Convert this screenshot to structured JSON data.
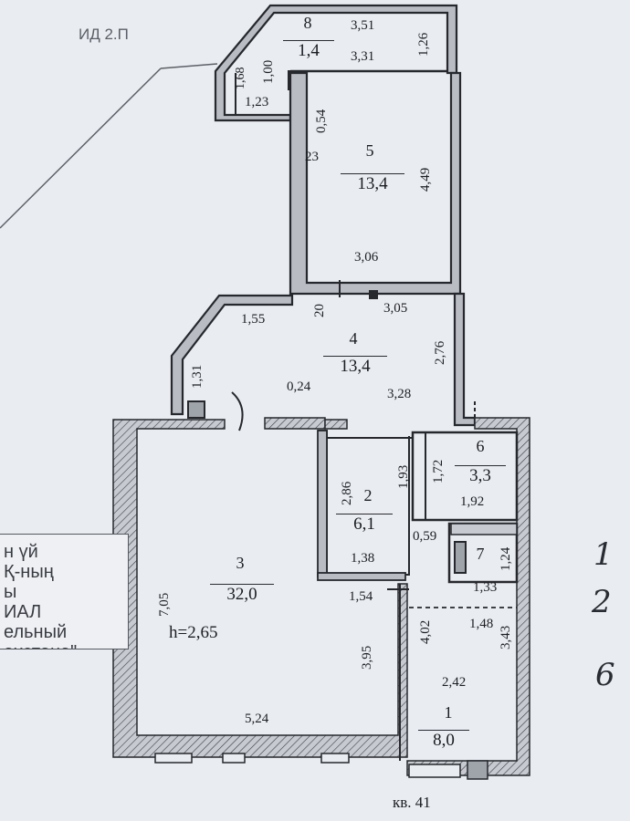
{
  "corner_mark": "ИД 2.П",
  "height_note": "h=2,65",
  "apartment_label": "кв. 41",
  "rooms": [
    {
      "id": "room-8",
      "number": "8",
      "area": "1,4"
    },
    {
      "id": "room-5",
      "number": "5",
      "area": "13,4"
    },
    {
      "id": "room-4",
      "number": "4",
      "area": "13,4"
    },
    {
      "id": "room-3",
      "number": "3",
      "area": "32,0"
    },
    {
      "id": "room-2",
      "number": "2",
      "area": "6,1"
    },
    {
      "id": "room-6",
      "number": "6",
      "area": "3,3"
    },
    {
      "id": "room-7",
      "number": "7",
      "area": ""
    },
    {
      "id": "room-1",
      "number": "1",
      "area": "8,0"
    }
  ],
  "dimensions": {
    "d_3_51": "3,51",
    "d_1_26": "1,26",
    "d_3_31": "3,31",
    "d_1_00": "1,00",
    "d_1_68": "1,68",
    "d_1_23": "1,23",
    "d_0_54": "0,54",
    "d_23": "23",
    "d_4_49": "4,49",
    "d_3_06": "3,06",
    "d_1_55": "1,55",
    "d_20": "20",
    "d_3_05": "3,05",
    "d_2_76": "2,76",
    "d_1_31": "1,31",
    "d_0_24": "0,24",
    "d_3_28": "3,28",
    "d_7_05": "7,05",
    "d_1_54": "1,54",
    "d_3_95": "3,95",
    "d_5_24": "5,24",
    "d_2_86": "2,86",
    "d_1_93": "1,93",
    "d_1_72": "1,72",
    "d_1_92": "1,92",
    "d_1_38": "1,38",
    "d_0_59": "0,59",
    "d_1_24": "1,24",
    "d_1_33": "1,33",
    "d_1_48": "1,48",
    "d_4_02": "4,02",
    "d_2_42": "2,42",
    "d_3_43": "3,43"
  },
  "stamp_lines": [
    "н үй",
    "Қ-ның",
    "ы",
    "ИАЛ",
    "ельный",
    "ахстана\""
  ],
  "handwriting": [
    "1",
    "2",
    "6"
  ]
}
